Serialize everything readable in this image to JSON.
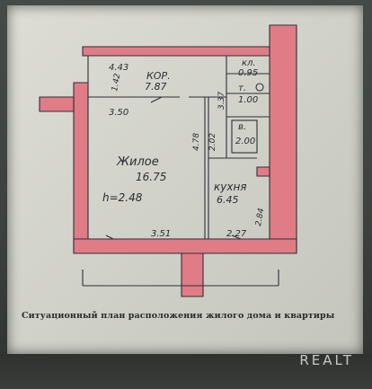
{
  "plan_labels": {
    "corridor_dim_left": "4.43",
    "corridor_dim_vertical": "1.42",
    "corridor_name": "КОР.",
    "corridor_area": "7.87",
    "closet_name": "кл.",
    "closet_area": "0.95",
    "toilet_name": "т.",
    "toilet_area": "1.00",
    "bath_name": "в.",
    "bath_area": "2.00",
    "dim_3_37": "3.37",
    "dim_2_02": "2.02",
    "dim_4_78": "4.78",
    "dim_3_50": "3.50",
    "living_name": "Жилое",
    "living_area": "16.75",
    "ceiling_height": "h=2.48",
    "kitchen_name": "кухня",
    "kitchen_area": "6.45",
    "dim_2_84": "2.84",
    "dim_3_51": "3.51",
    "dim_2_27": "2.27"
  },
  "caption": "Ситуационный план расположения жилого дома и квартиры",
  "watermark": "REALT",
  "colors": {
    "wall_fill": "#e07c86",
    "line": "#2f2f37"
  }
}
